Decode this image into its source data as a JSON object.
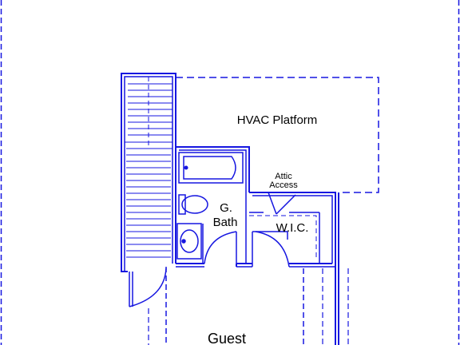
{
  "plan": {
    "line_color": "#1616e0",
    "background": "#ffffff",
    "rooms": {
      "hvac": "HVAC Platform",
      "attic_line1": "Attic",
      "attic_line2": "Access",
      "bath_line1": "G.",
      "bath_line2": "Bath",
      "wic": "W.I.C.",
      "guest": "Guest"
    },
    "fixtures": [
      "bathtub-icon",
      "toilet-icon",
      "sink-icon",
      "staircase-icon",
      "door-swing-icon"
    ]
  }
}
